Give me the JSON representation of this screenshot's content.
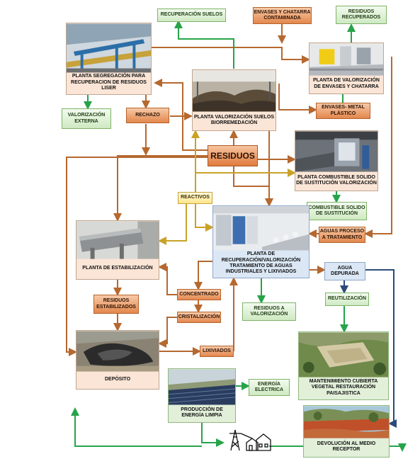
{
  "nodes": {
    "recuperacion_suelos": "RECUPERACIÓN SUELOS",
    "envases_chatarra_contaminada": "ENVASES Y CHATARRA\nCONTAMINADA",
    "residuos_recuperados": "RESIDUOS\nRECUPERADOS",
    "planta_segregacion": "PLANTA SEGREGACIÓN PARA\nRECUPERACION DE RESIDUOS\nLISER",
    "planta_valorizacion_suelos": "PLANTA VALORIZACIÓN SUELOS\nBIORREMEDACIÓN",
    "planta_valorizacion_envases": "PLANTA DE VALORIZACIÓN\nDE ENVASES Y CHATARRA",
    "envases_metal_plastico": "ENVASES- METAL\nPLÁSTICO",
    "valorizacion_externa": "VALORIZACIÓN\nEXTERNA",
    "rechazo": "RECHAZO",
    "residuos": "RESIDUOS",
    "planta_combustible": "PLANTA COMBUSTIBLE SOLIDO\nDE SUSTITUCIÓN VALORIZACIÓN",
    "reactivos": "REACTIVOS",
    "combustible_solido": "COMBUSTIBLE SOLIDO\nDE SUSTITUCIÓN",
    "aguas_proceso": "AGUAS PROCESO\nA TRATAMIENTO",
    "planta_estabilizacion": "PLANTA DE ESTABILIZACIÓN",
    "planta_recuperacion_aguas": "PLANTA DE\nRECUPERACIÓN/VALORIZACIÓN\nTRATAMIENTO DE AGUAS\nINDUSTRIALES Y LIXIVIADOS",
    "agua_depurada": "AGUA\nDEPURADA",
    "concentrado": "CONCENTRADO",
    "residuos_estabilizados": "RESIDUOS\nESTABILIZADOS",
    "reutilizacion": "REUTILIZACIÓN",
    "residuos_a_valorizacion": "RESIDUOS A\nVALORIZACIÓN",
    "cristalizacion": "CRISTALIZACIÓN",
    "deposito": "DEPÓSITO",
    "lixiviados": "LIXIVIADOS",
    "mantenimiento": "MANTENIMIENTO CUBIERTA\nVEGETAL RESTAURACIÓN\nPAISAJISTICA",
    "energia_electrica": "ENERGÍA\nELECTRICA",
    "produccion_energia": "PRODUCCIÓN DE\nENERGÍA LIMPIA",
    "devolucion": "DEVOLUCIÓN AL MEDIO\nRECEPTOR"
  },
  "colors": {
    "orange_arrow": "#b5682f",
    "green_arrow": "#27a34a",
    "yellow_arrow": "#c9a227",
    "blue_arrow": "#2b4a7a"
  }
}
